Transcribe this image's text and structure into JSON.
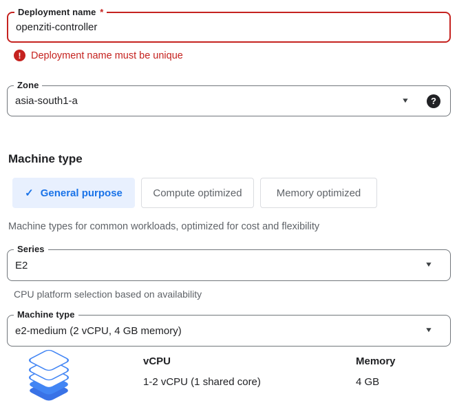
{
  "deployment_field": {
    "label": "Deployment name",
    "required_marker": "*",
    "value": "openziti-controller",
    "error_message": "Deployment name must be unique"
  },
  "zone_field": {
    "label": "Zone",
    "value": "asia-south1-a"
  },
  "machine_type_section": {
    "heading": "Machine type",
    "tabs": [
      {
        "label": "General purpose",
        "selected": true
      },
      {
        "label": "Compute optimized",
        "selected": false
      },
      {
        "label": "Memory optimized",
        "selected": false
      }
    ],
    "description": "Machine types for common workloads, optimized for cost and flexibility",
    "series_field": {
      "label": "Series",
      "value": "E2"
    },
    "series_helper": "CPU platform selection based on availability",
    "machine_type_field": {
      "label": "Machine type",
      "value": "e2-medium (2 vCPU, 4 GB memory)"
    },
    "specs": {
      "icon": "layers-stack-icon",
      "columns": [
        {
          "header": "vCPU",
          "value": "1-2 vCPU (1 shared core)"
        },
        {
          "header": "Memory",
          "value": "4 GB"
        }
      ]
    }
  },
  "icons": {
    "check": "✓",
    "error": "!",
    "help": "?",
    "caret": "▼"
  },
  "colors": {
    "error_red": "#c5221f",
    "accent_blue": "#1a73e8",
    "selected_tab_bg": "#e8f0fe",
    "icon_blue": "#4285f4",
    "icon_blue_dark": "#3972e6",
    "border_gray": "#70757a",
    "button_border_gray": "#dadce0",
    "helper_gray": "#5f6368",
    "text_dark": "#202124"
  }
}
